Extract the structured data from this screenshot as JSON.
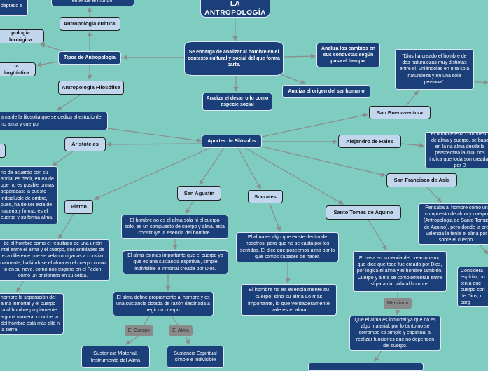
{
  "title": "LA ANTROPOLOGÍA",
  "nodes": {
    "top_cut": "entiende el mundo.",
    "top_left_cut": "daptado a",
    "cultural": "Antropologia cultural",
    "biologica": "pologia biológica",
    "tipos": "Tipos de Antropologia",
    "linguistica": "ia lingüística",
    "filosofica": "Antropologia Filosófica",
    "rama": "ama de la filosofia que se dedica al estudio del no alma y cuerpo",
    "central": "Se encarga de analizar al hombre en el contexto cultural y social del que forma parte.",
    "cambios": "Analiza los cambios en sus conductas según pasa el tiempo.",
    "origen": "Analiza el origen del ser humano",
    "desarrollo": "Analiza el desarrollo como especie social",
    "buenaventura": "San Buenaventura",
    "dios": "\"Dios ha creado el hombre de dos naturalezas muy distintas entre sí, uniéndolas en una sola naturaleza y en una sola persona\".",
    "aportes": "Aportes de Filósofos",
    "alejandro": "Alejandro de Hales",
    "alejandro_text": "El hombre está compuesto de alma y cuerpo, se basa en la na alma desde la perspectiva la cual nos indica que toda son creadas por D",
    "francisco": "San Francisco de Asis",
    "aristoteles": "Aristoteles",
    "aristoteles_text": "no de acuerdo con su ancia, es decir, en ea de que no es posible ormas separadas: la puesto indisoluble de ombre, pues, ha de ser esta de materia y forma: es el cuerpo y su forma alma.",
    "platon": "Platon",
    "platon_text": "be al hombre como el resultado de una unión ntal entre el alma y el cuerpo, dos entidades de eza diferente que se velan obligadas a convivir nalmente, hallándose el alma en el cuerpo como to en su nave, como nos sugiere en el Fedón, como un prisionero en su celda.",
    "platon_text2": "hombre la separación del alma inmortal y el cuerpo rá al hombre propiamente alguna manera, concibe la del hombre está más allá n la tierra.",
    "agustin": "San Agustin",
    "ag1": "El hombre no es el alma sola ni el cuerpo solo, es un compuesto de cuerpo y alma. esta constituye la esencia del hombre.",
    "ag2": "El alma es mas importante que el cuerpo ya que es una sustancia espiritual, simple indivisible e inmortal creada por Dios.",
    "ag3": "El alma define propiamente al hombre y es una sustancia dotada de razón destinada a regir un cuerpo",
    "cuerpo": "El Cuerpo",
    "alma": "El Alma",
    "material": "Sustancia Material, Instrumento del Alma",
    "espiritual": "Sustancia Espiritual simple e indivisible",
    "socrates": "Socrates",
    "soc1": "El alma es algo que existe dentro de nosotros, pero que no se capta por los sentidos. El dice que poseemos alma por lo que somos capaces de hacer.",
    "soc2": "El hombre no es esencialmente su cuerpo, sino su alma Lo más importante, lo que verdaderamente vale es el alma",
    "tomas": "Santo Tomas de Aquino",
    "st1": "El basa en su teoria del creacionismo que dice que todo fue creado por Dios, por lógica el alma y el hombre también. Cuerpo y alma se complementan entre sí para dar vida al hombre.",
    "menciona": "Menciona",
    "st2": "Que el alma es inmortal ya que no es algo material, por lo tanto no se corrompe es simple y espiritual al realizar funciones que no dependen del cuerpo.",
    "pensaba": "Pensaba al hombre como un compuesto de alma y cuerpo (Antropologia de Santo Tomas de Aquino), pero donde la pre valencia la tenía el alma por sobre el cuerpo.",
    "considera": "Considera espíritu, po tenía que cuerpo con de Dios, c carg"
  }
}
